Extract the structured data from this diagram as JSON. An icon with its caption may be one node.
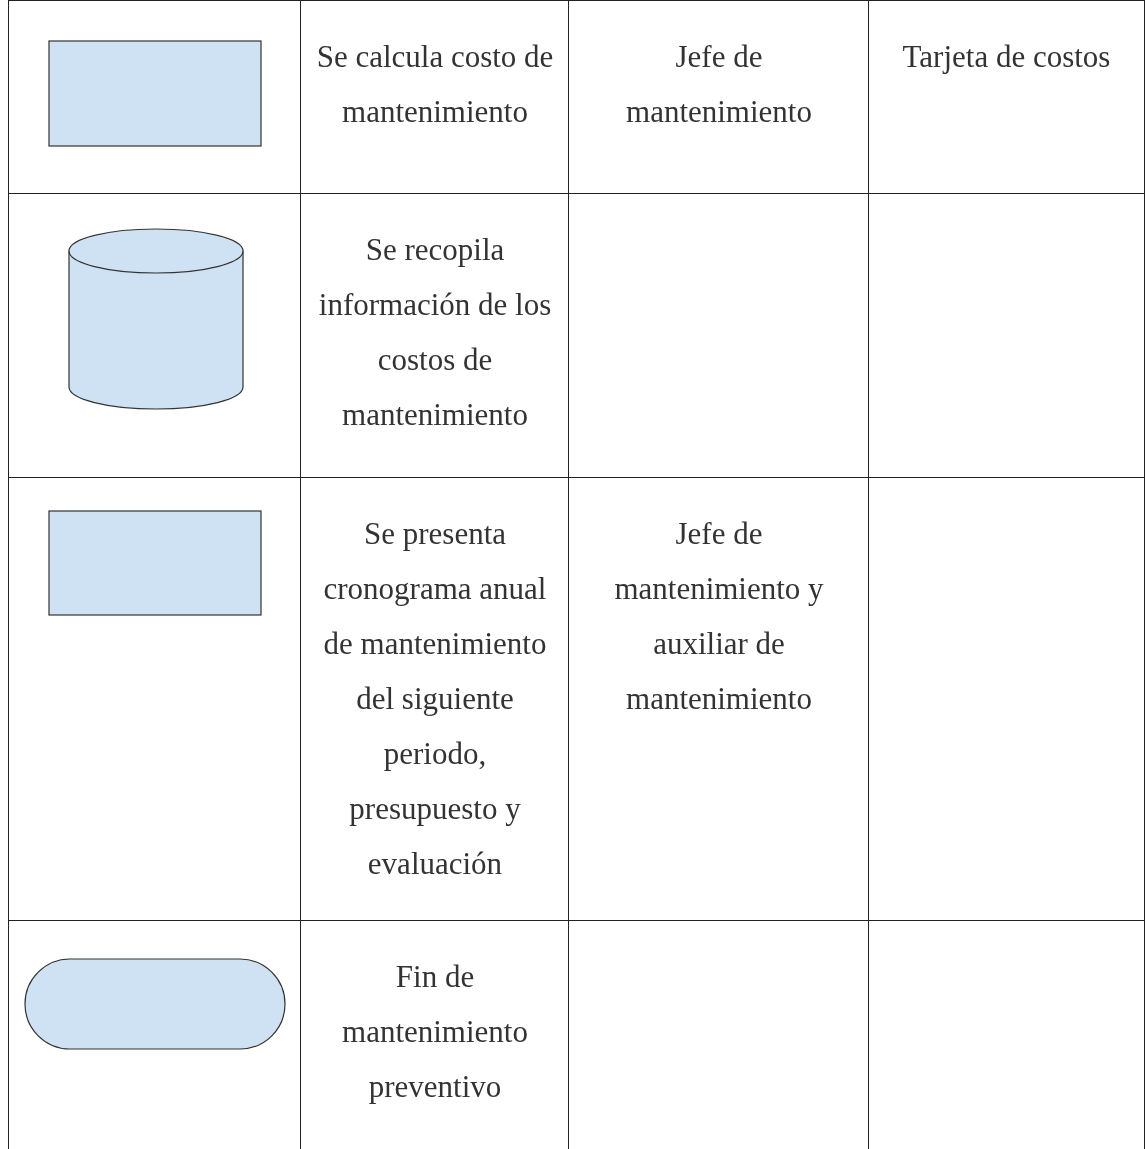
{
  "diagram": {
    "nodes": [
      {
        "text": [],
        "shape": "box"
      },
      {
        "text": [],
        "shape": "cylinder"
      },
      {
        "text": [],
        "shape": "box"
      },
      {
        "text": [],
        "shape": "pill"
      }
    ],
    "labels": [
      "Se calcula costo de mantenimiento",
      "Jefe de mantenimiento",
      "Tarjeta de costos",
      "Se recopila información de los costos de mantenimiento",
      "Se presenta cronograma anual de mantenimiento del siguiente periodo, presupuesto y evaluación",
      "Jefe de mantenimiento y auxiliar de mantenimiento",
      "Fin de mantenimiento preventivo"
    ]
  }
}
